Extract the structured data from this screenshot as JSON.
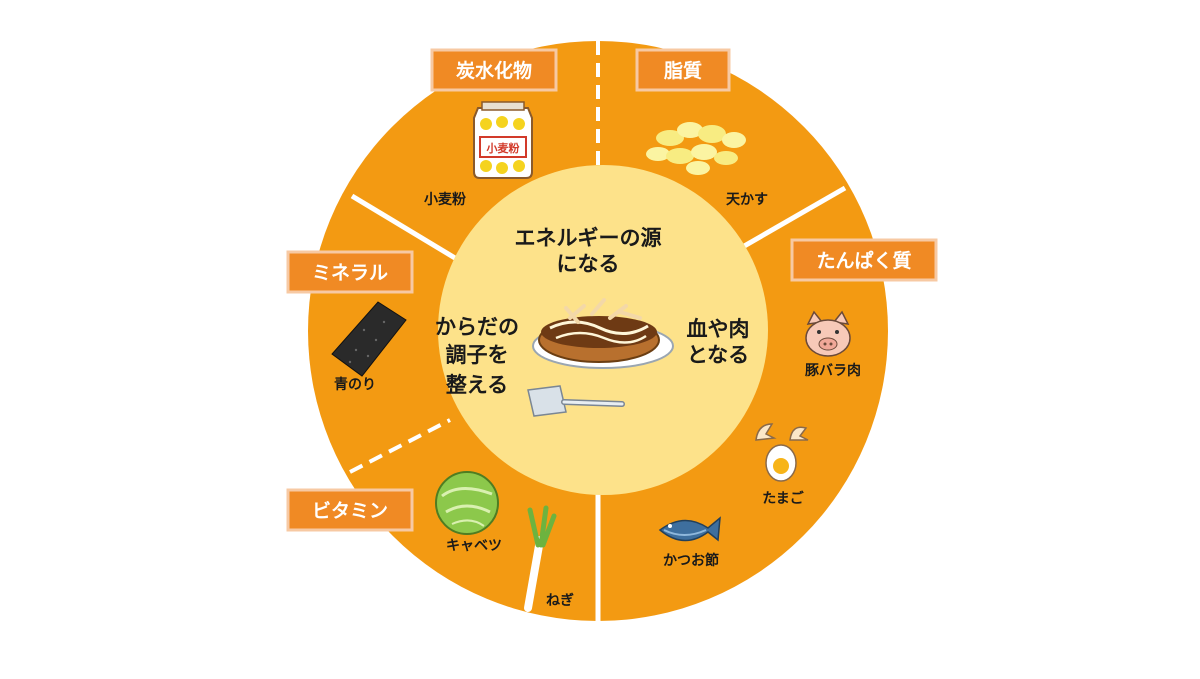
{
  "colors": {
    "outer_ring": "#f39a12",
    "inner_circle": "#fde28a",
    "label_fill": "#f08a24",
    "label_border": "#f7c9a3",
    "divider": "#ffffff"
  },
  "categories": {
    "carbohydrate": "炭水化物",
    "fat": "脂質",
    "protein": "たんぱく質",
    "mineral": "ミネラル",
    "vitamin": "ビタミン"
  },
  "foods": {
    "flour": "小麦粉",
    "flour_bag_label": "小麦粉",
    "tenkasu": "天かす",
    "pork": "豚バラ肉",
    "egg": "たまご",
    "katsuobushi": "かつお節",
    "aonori": "青のり",
    "cabbage": "キャベツ",
    "negi": "ねぎ"
  },
  "roles": {
    "energy": [
      "エネルギーの源",
      "になる"
    ],
    "body": [
      "血や肉",
      "となる"
    ],
    "condition": [
      "からだの",
      "調子を",
      "整える"
    ]
  }
}
